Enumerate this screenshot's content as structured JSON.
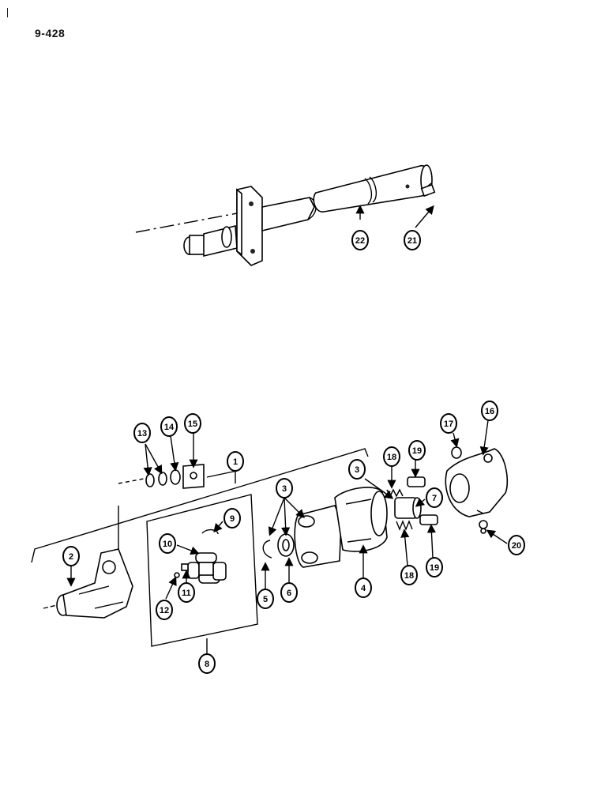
{
  "page": {
    "number": "9-428"
  },
  "callouts": {
    "c1": "1",
    "c2": "2",
    "c3a": "3",
    "c3b": "3",
    "c4": "4",
    "c5": "5",
    "c6": "6",
    "c7": "7",
    "c8": "8",
    "c9": "9",
    "c10": "10",
    "c11": "11",
    "c12": "12",
    "c13": "13",
    "c14": "14",
    "c15": "15",
    "c16": "16",
    "c17": "17",
    "c18a": "18",
    "c18b": "18",
    "c19a": "19",
    "c19b": "19",
    "c20": "20",
    "c21": "21",
    "c22": "22"
  }
}
